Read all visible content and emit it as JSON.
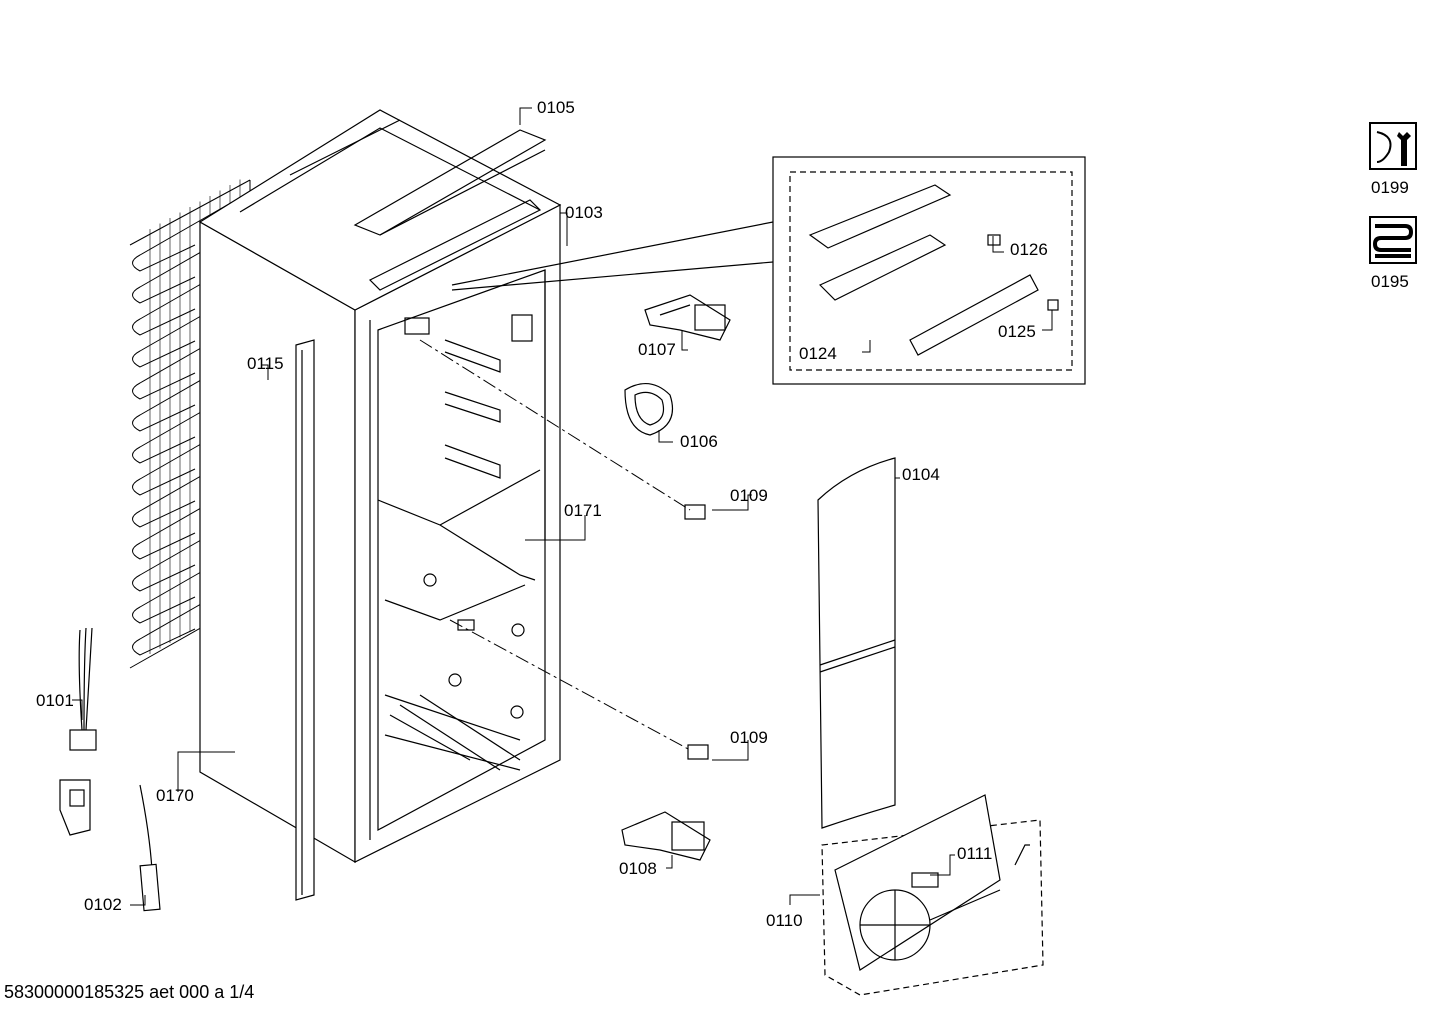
{
  "labels": {
    "p0105": "0105",
    "p0103": "0103",
    "p0126": "0126",
    "p0125": "0125",
    "p0124": "0124",
    "p0107": "0107",
    "p0106": "0106",
    "p0115": "0115",
    "p0109a": "0109",
    "p0104": "0104",
    "p0171": "0171",
    "p0109b": "0109",
    "p0101": "0101",
    "p0170": "0170",
    "p0108": "0108",
    "p0111": "0111",
    "p0110": "0110",
    "p0102": "0102"
  },
  "icons": [
    {
      "name": "wrench-icon",
      "label": "0199"
    },
    {
      "name": "coil-icon",
      "label": "0195"
    }
  ],
  "footer": "58300000185325 aet 000 a 1/4"
}
